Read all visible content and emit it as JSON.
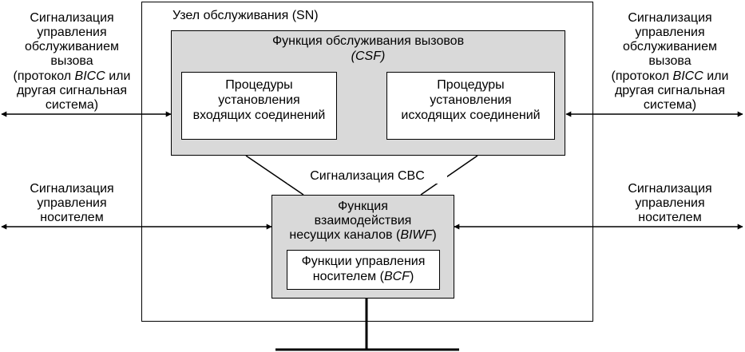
{
  "sn": {
    "title": "Узел обслуживания (SN)"
  },
  "csf": {
    "title": "Функция обслуживания вызовов",
    "abbr": "(CSF)"
  },
  "incoming": {
    "l1": "Процедуры",
    "l2": "установления",
    "l3": "входящих соединений"
  },
  "outgoing": {
    "l1": "Процедуры",
    "l2": "установления",
    "l3": "исходящих соединений"
  },
  "cbc": {
    "label": "Сигнализация CBC"
  },
  "biwf": {
    "l1": "Функция",
    "l2": "взаимодействия",
    "l3_pre": "несущих каналов (",
    "l3_abbr": "BIWF",
    "l3_post": ")"
  },
  "bcf": {
    "l1": "Функции управления",
    "l2_pre": "носителем (",
    "l2_abbr": "BCF",
    "l2_post": ")"
  },
  "left_call": {
    "l1": "Сигнализация",
    "l2": "управления",
    "l3": "обслуживанием",
    "l4": "вызова",
    "l5_pre": "(протокол ",
    "l5_abbr": "BICC",
    "l5_post": " или",
    "l6": "другая сигнальная",
    "l7": "система)"
  },
  "right_call": {
    "l1": "Сигнализация",
    "l2": "управления",
    "l3": "обслуживанием",
    "l4": "вызова",
    "l5_pre": "(протокол ",
    "l5_abbr": "BICC",
    "l5_post": " или",
    "l6": "другая сигнальная",
    "l7": "система)"
  },
  "left_bearer": {
    "l1": "Сигнализация",
    "l2": "управления",
    "l3": "носителем"
  },
  "right_bearer": {
    "l1": "Сигнализация",
    "l2": "управления",
    "l3": "носителем"
  }
}
